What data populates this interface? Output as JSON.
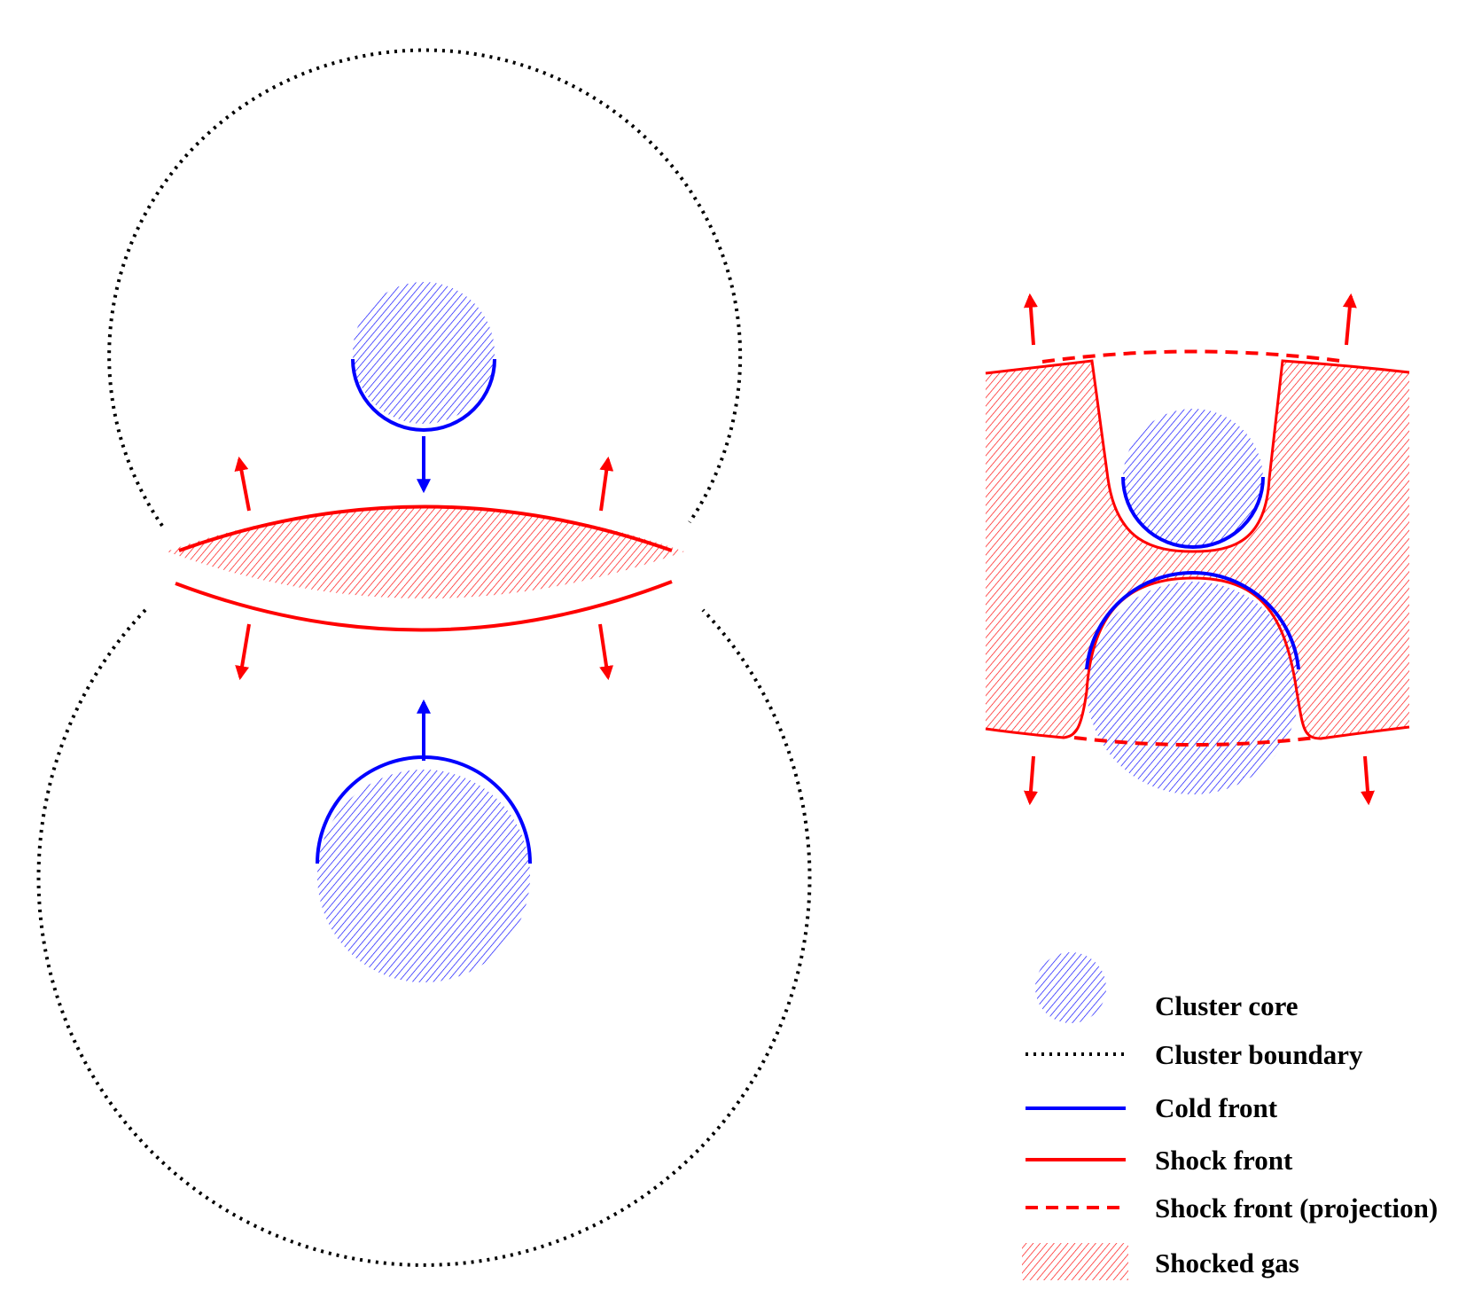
{
  "colors": {
    "cold_front": "#0000ff",
    "shock_front": "#ff0000",
    "cluster_boundary": "#000000",
    "cluster_core_hatch": "#0000ff",
    "shocked_gas_hatch": "#ff0000"
  },
  "legend": {
    "cluster_core": "Cluster core",
    "cluster_boundary": "Cluster boundary",
    "cold_front": "Cold front",
    "shock_front": "Shock front",
    "shock_front_projection": "Shock front (projection)",
    "shocked_gas": "Shocked gas"
  },
  "icons": {
    "arrow": "arrow-icon"
  }
}
